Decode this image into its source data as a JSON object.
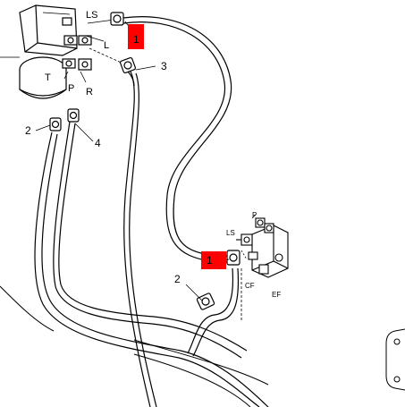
{
  "diagram": {
    "callouts": {
      "item_1_top": "1",
      "item_1_valve": "1",
      "item_2_left": "2",
      "item_2_bottom": "2",
      "item_3": "3",
      "item_4": "4"
    },
    "steering_unit_ports": {
      "ls": "LS",
      "l": "L",
      "t": "T",
      "p": "P",
      "r": "R"
    },
    "valve_ports": {
      "ls": "LS",
      "p": "P",
      "cf": "CF",
      "ef": "EF"
    },
    "highlight_color": "#ff0000"
  }
}
